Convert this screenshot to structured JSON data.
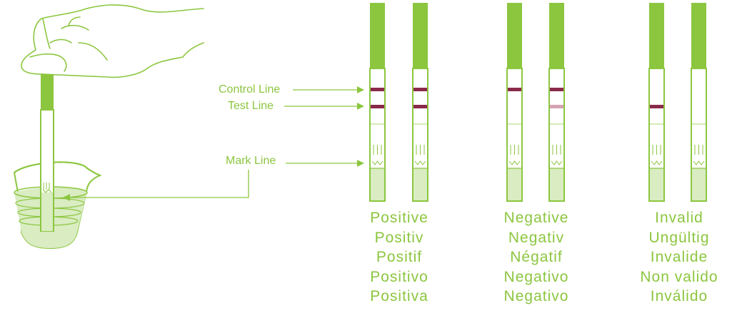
{
  "labels": {
    "control_line": "Control Line",
    "test_line": "Test Line",
    "mark_line": "Mark Line"
  },
  "results": [
    {
      "texts": [
        "Positive",
        "Positiv",
        "Positif",
        "Positivo",
        "Positiva"
      ]
    },
    {
      "texts": [
        "Negative",
        "Negativ",
        "Négatif",
        "Negativo",
        "Negativo"
      ]
    },
    {
      "texts": [
        "Invalid",
        "Ungültig",
        "Invalide",
        "Non valido",
        "Inválido"
      ]
    }
  ],
  "colors": {
    "green": "#8cc63f",
    "green_light": "#d9ecc2",
    "line_dark": "#8a2a4a",
    "line_faint": "#d4a4b4"
  },
  "strips": [
    {
      "group": "positive",
      "control": true,
      "test": "dark"
    },
    {
      "group": "positive",
      "control": true,
      "test": "dark"
    },
    {
      "group": "negative",
      "control": true,
      "test": "none"
    },
    {
      "group": "negative",
      "control": true,
      "test": "faint"
    },
    {
      "group": "invalid",
      "control": false,
      "test": "dark"
    },
    {
      "group": "invalid",
      "control": false,
      "test": "none"
    }
  ]
}
